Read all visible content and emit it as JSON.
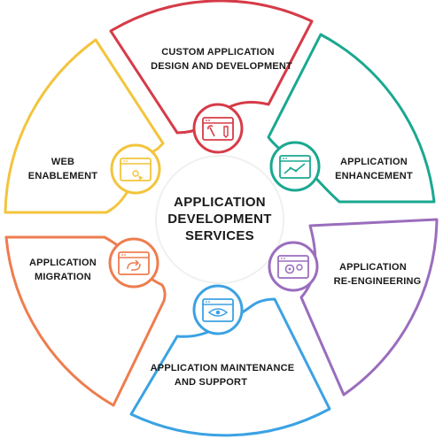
{
  "center": {
    "line1": "APPLICATION",
    "line2": "DEVELOPMENT",
    "line3": "SERVICES"
  },
  "segments": [
    {
      "id": "custom",
      "line1": "CUSTOM APPLICATION",
      "line2": "DESIGN AND DEVELOPMENT",
      "color": "#d63b48",
      "icon": "design-tools-icon"
    },
    {
      "id": "enhancement",
      "line1": "APPLICATION",
      "line2": "ENHANCEMENT",
      "color": "#1aa890",
      "icon": "trend-chart-icon"
    },
    {
      "id": "reengineering",
      "line1": "APPLICATION",
      "line2": "RE-ENGINEERING",
      "color": "#9a6dbd",
      "icon": "gears-icon"
    },
    {
      "id": "maintenance",
      "line1": "APPLICATION MAINTENANCE",
      "line2": "AND SUPPORT",
      "color": "#3ba2e3",
      "icon": "eye-monitor-icon"
    },
    {
      "id": "migration",
      "line1": "APPLICATION",
      "line2": "MIGRATION",
      "color": "#ee7d4e",
      "icon": "migration-arrows-icon"
    },
    {
      "id": "web",
      "line1": "WEB",
      "line2": "ENABLEMENT",
      "color": "#f3c43c",
      "icon": "web-cursor-icon"
    }
  ]
}
